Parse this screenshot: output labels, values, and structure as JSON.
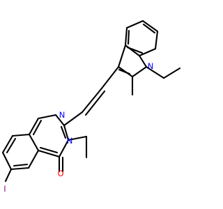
{
  "molecule": {
    "atoms": {
      "n_indole": "N",
      "n_quinazoline_1": "N",
      "n_quinazoline_3": "N",
      "o_carbonyl": "O",
      "i_iodo": "I"
    },
    "colors": {
      "bond": "#000000",
      "nitrogen": "#0000ff",
      "oxygen": "#ff0000",
      "iodine": "#940094",
      "background": "#ffffff"
    }
  }
}
